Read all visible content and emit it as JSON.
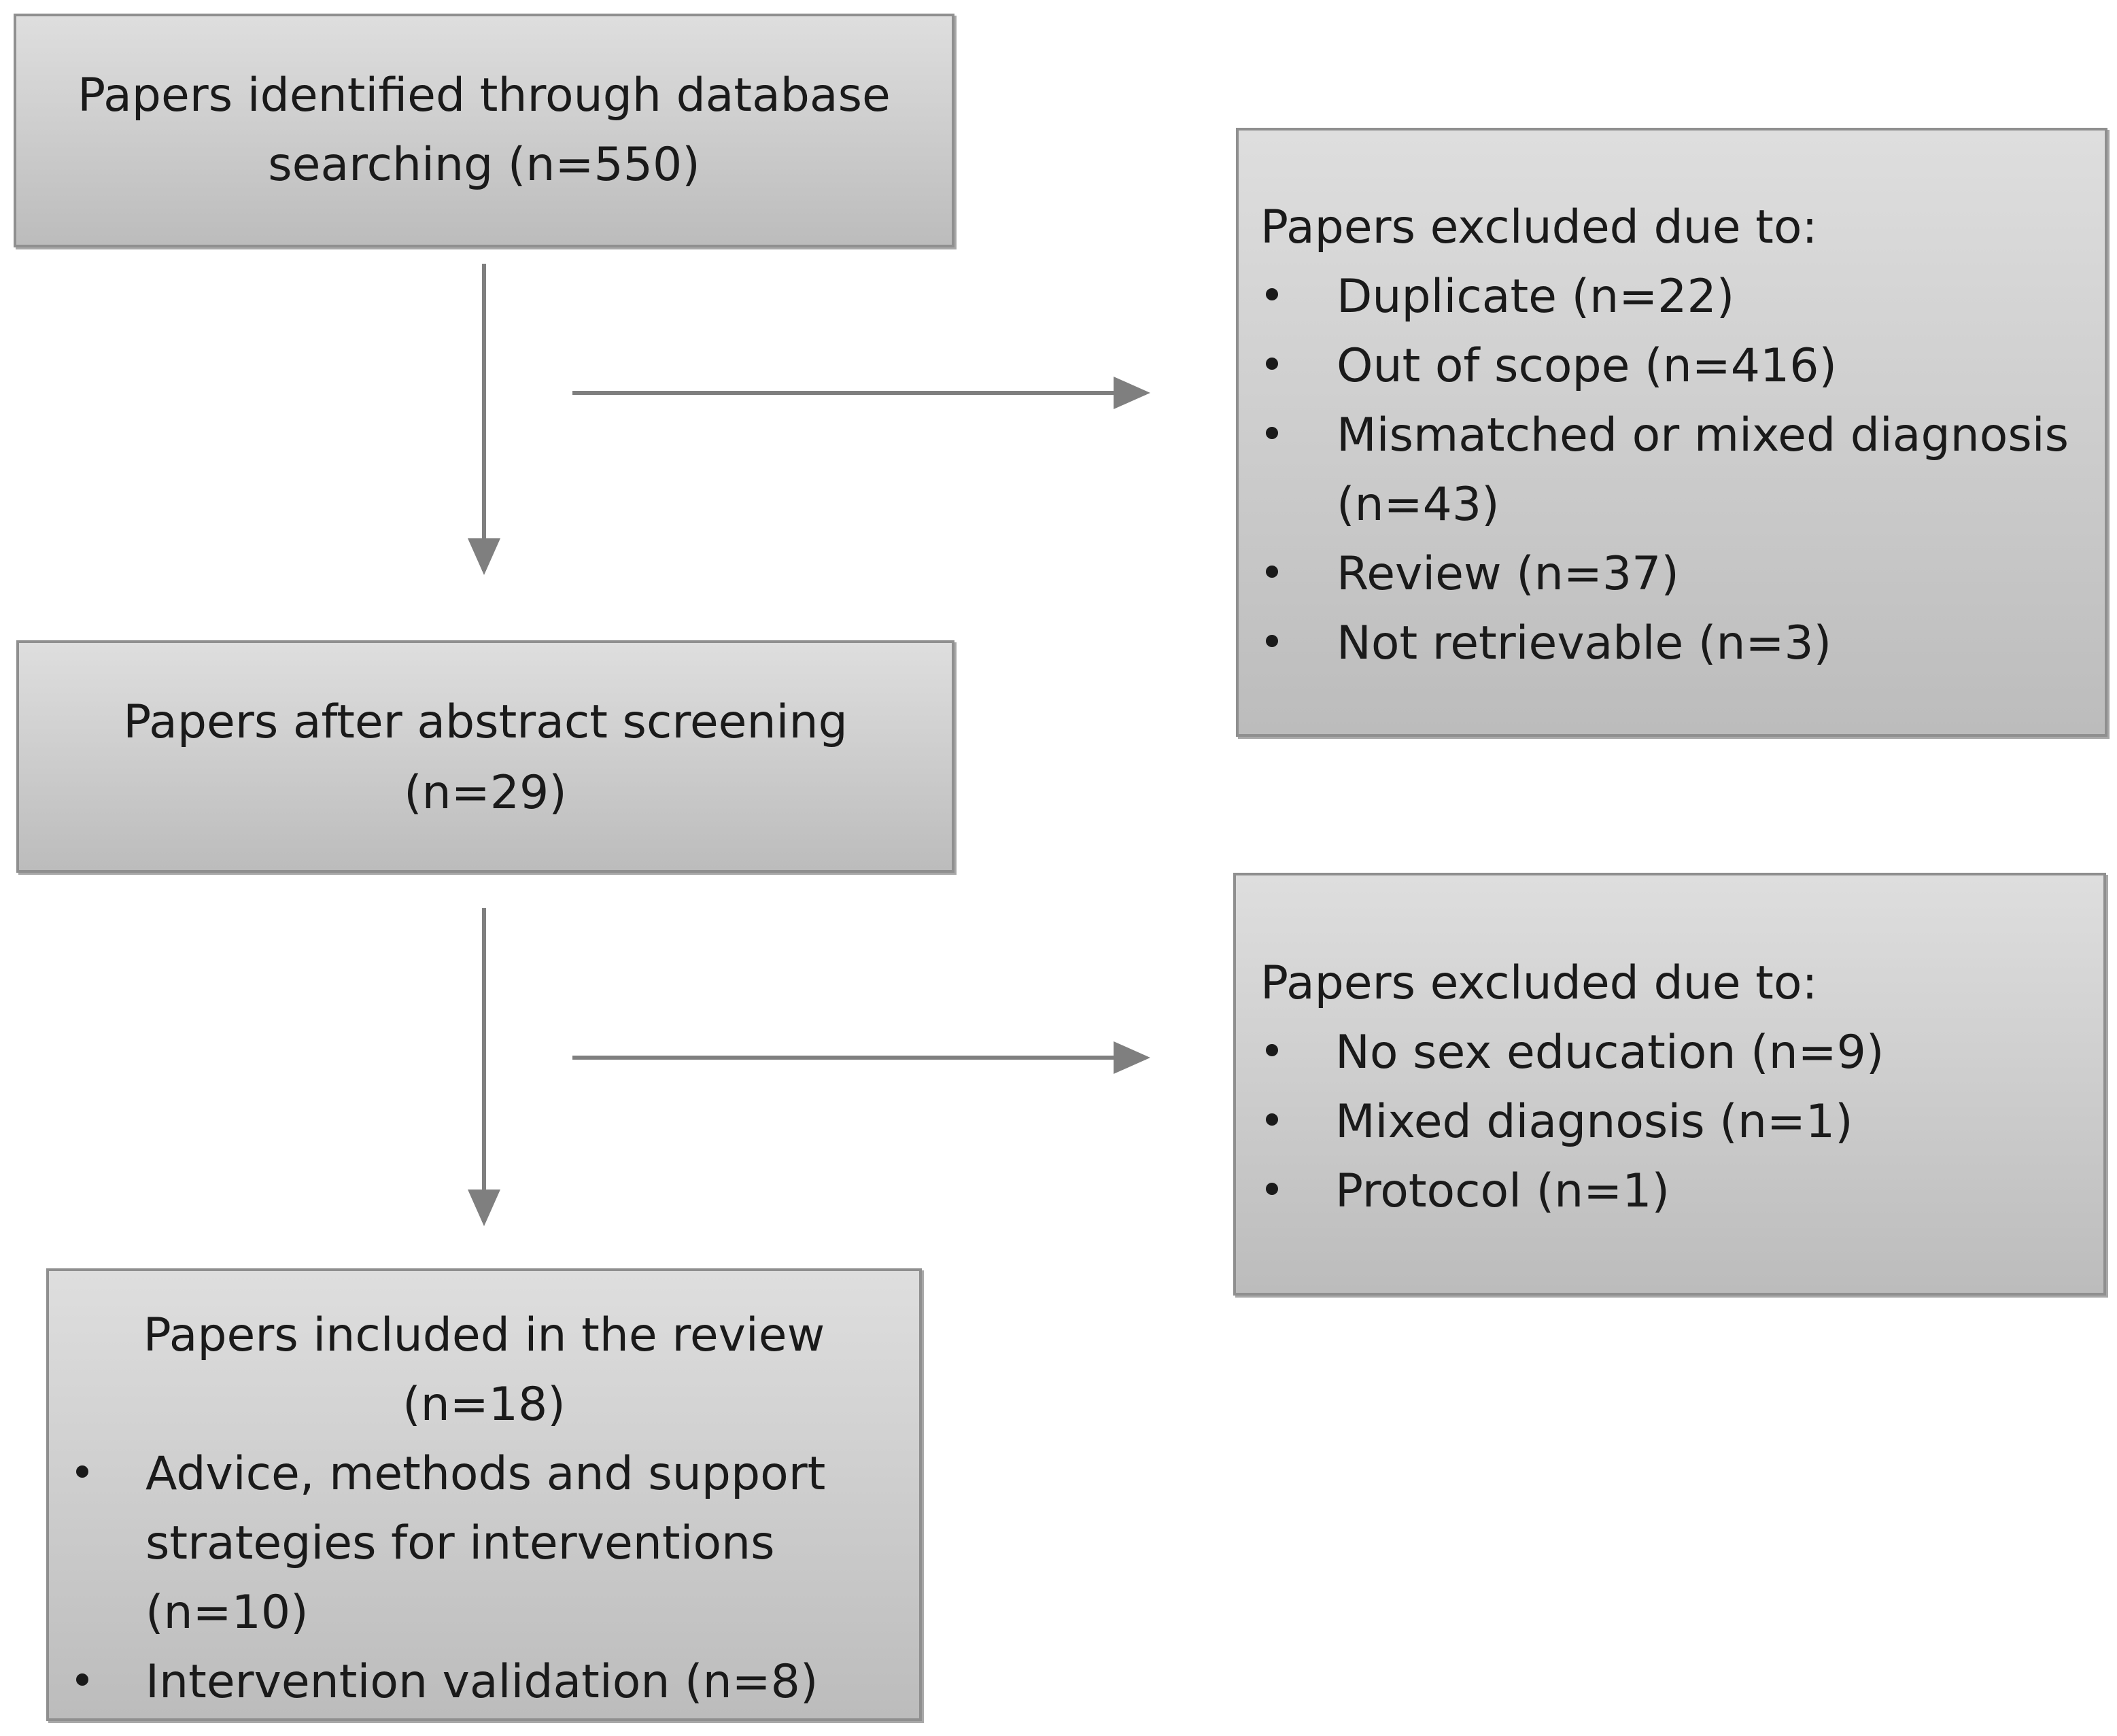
{
  "flowchart": {
    "identified": {
      "line1": "Papers identified through database",
      "line2": "searching (n=550)"
    },
    "screened": {
      "line1": "Papers after abstract screening",
      "line2": "(n=29)"
    },
    "included": {
      "line1": "Papers included in the review",
      "line2": "(n=18)",
      "items": [
        {
          "lines": [
            "Advice, methods and support",
            "strategies for interventions",
            "(n=10)"
          ]
        },
        {
          "lines": [
            "Intervention validation (n=8)"
          ]
        }
      ]
    },
    "excluded_first": {
      "heading": "Papers excluded due to:",
      "items": [
        {
          "lines": [
            "Duplicate (n=22)"
          ]
        },
        {
          "lines": [
            "Out of scope (n=416)"
          ]
        },
        {
          "lines": [
            "Mismatched or mixed diagnosis",
            "(n=43)"
          ]
        },
        {
          "lines": [
            "Review (n=37)"
          ]
        },
        {
          "lines": [
            "Not retrievable (n=3)"
          ]
        }
      ]
    },
    "excluded_second": {
      "heading": "Papers excluded due to:",
      "items": [
        {
          "lines": [
            "No sex education (n=9)"
          ]
        },
        {
          "lines": [
            "Mixed diagnosis (n=1)"
          ]
        },
        {
          "lines": [
            "Protocol (n=1)"
          ]
        }
      ]
    }
  }
}
